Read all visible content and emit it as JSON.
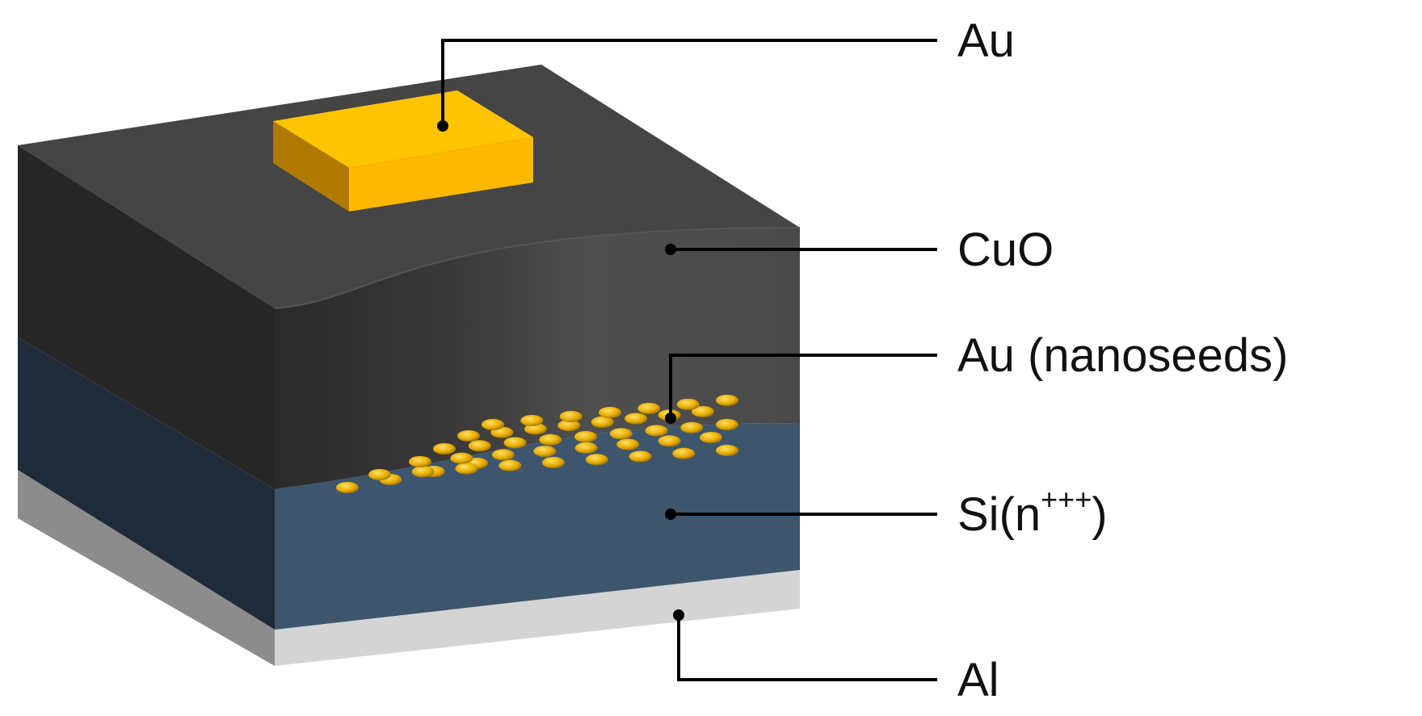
{
  "labels": {
    "au_contact": "Au",
    "cuo": "CuO",
    "au_nanoseeds": "Au (nanoseeds)",
    "si_base": "Si(n",
    "si_sup": "+++",
    "si_close": ")",
    "al": "Al"
  },
  "colors": {
    "au": "#FFC400",
    "au_side": "#B07A00",
    "cuo_top": "#444444",
    "cuo_front": "#4a4a4a",
    "cuo_left": "#262626",
    "si_front": "#3d566e",
    "si_left": "#1f2b38",
    "al_front": "#d4d4d4",
    "al_left": "#8a8a8a",
    "leader": "#000000"
  }
}
